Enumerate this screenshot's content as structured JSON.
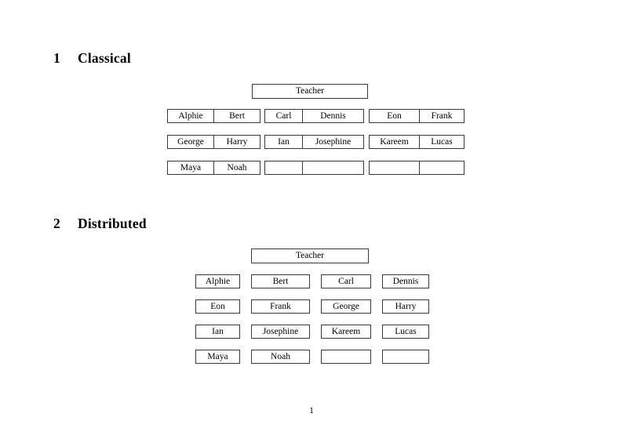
{
  "document": {
    "page_number": "1"
  },
  "sections": [
    {
      "number": "1",
      "title": "Classical",
      "teacher_label": "Teacher",
      "groups": [
        {
          "name": "group-1",
          "rows": [
            [
              "Alphie",
              "Bert"
            ],
            [
              "George",
              "Harry"
            ],
            [
              "Maya",
              "Noah"
            ]
          ]
        },
        {
          "name": "group-2",
          "rows": [
            [
              "Carl",
              "Dennis"
            ],
            [
              "Ian",
              "Josephine"
            ],
            [
              "",
              ""
            ]
          ]
        },
        {
          "name": "group-3",
          "rows": [
            [
              "Eon",
              "Frank"
            ],
            [
              "Kareem",
              "Lucas"
            ],
            [
              "",
              ""
            ]
          ]
        }
      ]
    },
    {
      "number": "2",
      "title": "Distributed",
      "teacher_label": "Teacher",
      "grid": [
        [
          "Alphie",
          "Bert",
          "Carl",
          "Dennis"
        ],
        [
          "Eon",
          "Frank",
          "George",
          "Harry"
        ],
        [
          "Ian",
          "Josephine",
          "Kareem",
          "Lucas"
        ],
        [
          "Maya",
          "Noah",
          "",
          ""
        ]
      ]
    }
  ]
}
